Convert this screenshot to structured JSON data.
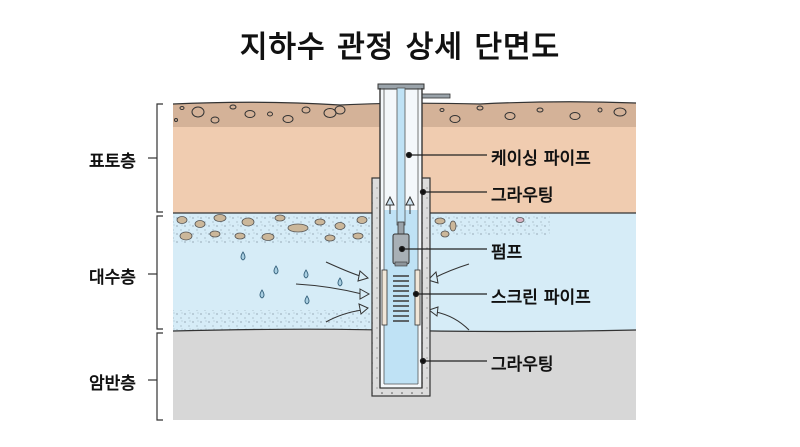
{
  "title": "지하수 관정 상세 단면도",
  "layers": [
    {
      "label": "표토층",
      "color": "#f0ccb0",
      "top_color": "#d4b298"
    },
    {
      "label": "대수층",
      "color": "#d6ecf7"
    },
    {
      "label": "암반층",
      "color": "#d7d7d7"
    }
  ],
  "callouts": [
    {
      "label": "케이싱 파이프",
      "target": "casing-pipe"
    },
    {
      "label": "그라우팅",
      "target": "grouting-upper"
    },
    {
      "label": "펌프",
      "target": "pump"
    },
    {
      "label": "스크린 파이프",
      "target": "screen-pipe"
    },
    {
      "label": "그라우팅",
      "target": "grouting-lower"
    }
  ],
  "icons": {
    "flow_arrow": "groundwater-flow-arrow-icon",
    "water_drop": "water-drop-icon",
    "up_arrow": "upward-flow-arrow-icon"
  },
  "colors": {
    "topsoil": "#f0ccb0",
    "topsoil_gravel": "#d4b298",
    "aquifer": "#d6ecf7",
    "bedrock": "#d7d7d7",
    "grout": "#dcdcdc",
    "pipe_water": "#bfe2f5",
    "outline": "#333333"
  }
}
